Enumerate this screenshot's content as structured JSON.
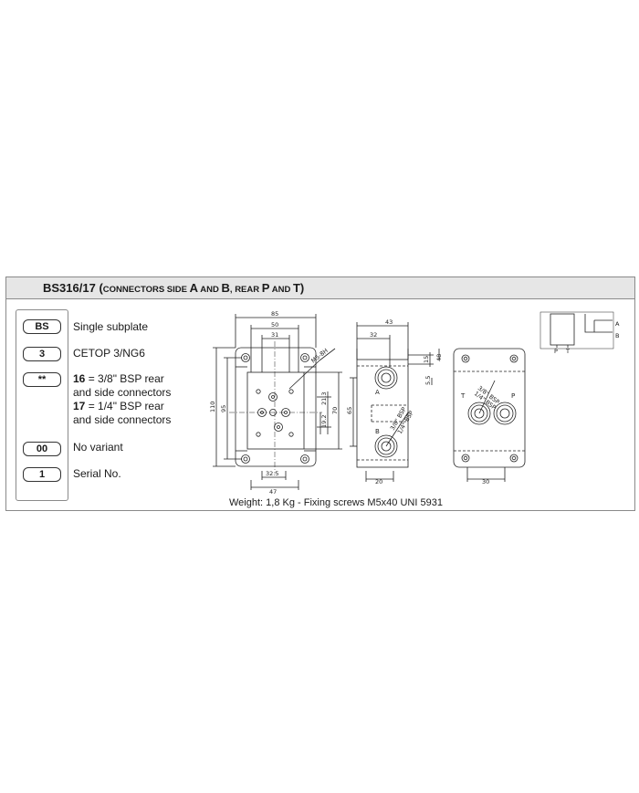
{
  "title": {
    "code": "BS316/17",
    "open": " (",
    "w_connectors": "CONNECTORS",
    "w_side": " SIDE ",
    "a": "A",
    "w_and1": " AND ",
    "b": "B",
    "w_rear": ", REAR ",
    "p": "P",
    "w_and2": " AND ",
    "t": "T",
    "close": ")"
  },
  "legend": [
    {
      "code": "BS",
      "description": "Single subplate"
    },
    {
      "code": "3",
      "description": "CETOP 3/NG6"
    },
    {
      "code": "**",
      "opt1_num": "16",
      "opt1_text": " = 3/8\" BSP rear",
      "opt1_cont": "and side connectors",
      "opt2_num": "17",
      "opt2_text": " = 1/4\" BSP rear",
      "opt2_cont": "and side connectors"
    },
    {
      "code": "00",
      "description": "No variant"
    },
    {
      "code": "1",
      "description": "Serial No."
    }
  ],
  "weight": "Weight: 1,8 Kg - Fixing screws  M5x40 UNI 5931",
  "front_view": {
    "dims": [
      "85",
      "50",
      "31",
      "110",
      "95",
      "70",
      "21.3",
      "19.2",
      "32.5",
      "47"
    ],
    "thread": "M5-8H"
  },
  "side_view": {
    "dims": [
      "43",
      "32",
      "15",
      "48",
      "5.5",
      "65",
      "20"
    ],
    "labels": [
      "A",
      "B"
    ],
    "thread_a": "3/8\" BSP",
    "thread_b": "1/4\" BSP"
  },
  "rear_view": {
    "dims": [
      "30"
    ],
    "labels": [
      "T",
      "P"
    ],
    "thread_a": "3/8\" BSP",
    "thread_b": "1/4\" BSP"
  },
  "symbol": {
    "labels": [
      "A",
      "B",
      "P",
      "T"
    ]
  }
}
